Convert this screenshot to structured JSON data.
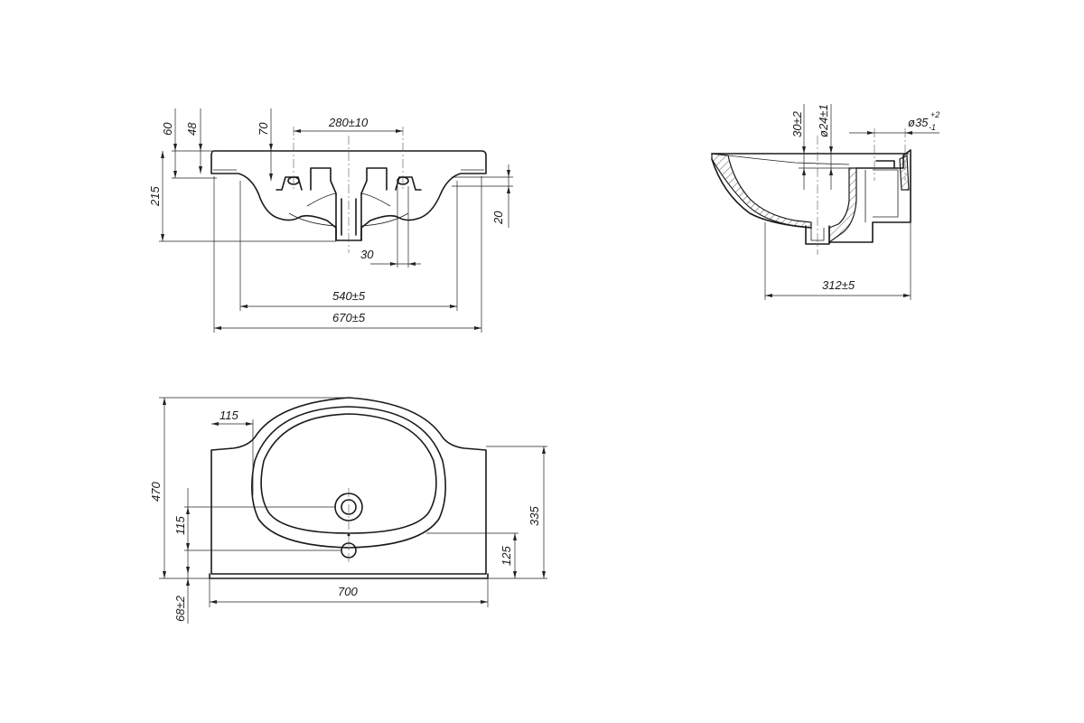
{
  "front_view": {
    "dims": {
      "d60": "60",
      "d48": "48",
      "d70": "70",
      "d280": "280±10",
      "d215": "215",
      "d20": "20",
      "d30": "30",
      "d540": "540±5",
      "d670": "670±5"
    }
  },
  "side_view": {
    "dims": {
      "d30": "30±2",
      "d24": "ø24±1",
      "d35": "ø35",
      "d35_sup": "+2",
      "d35_sub": "-1",
      "d312": "312±5"
    }
  },
  "top_view": {
    "dims": {
      "d115_top": "115",
      "d470": "470",
      "d115_left": "115",
      "d335": "335",
      "d125": "125",
      "d700": "700",
      "d68": "68±2"
    }
  }
}
